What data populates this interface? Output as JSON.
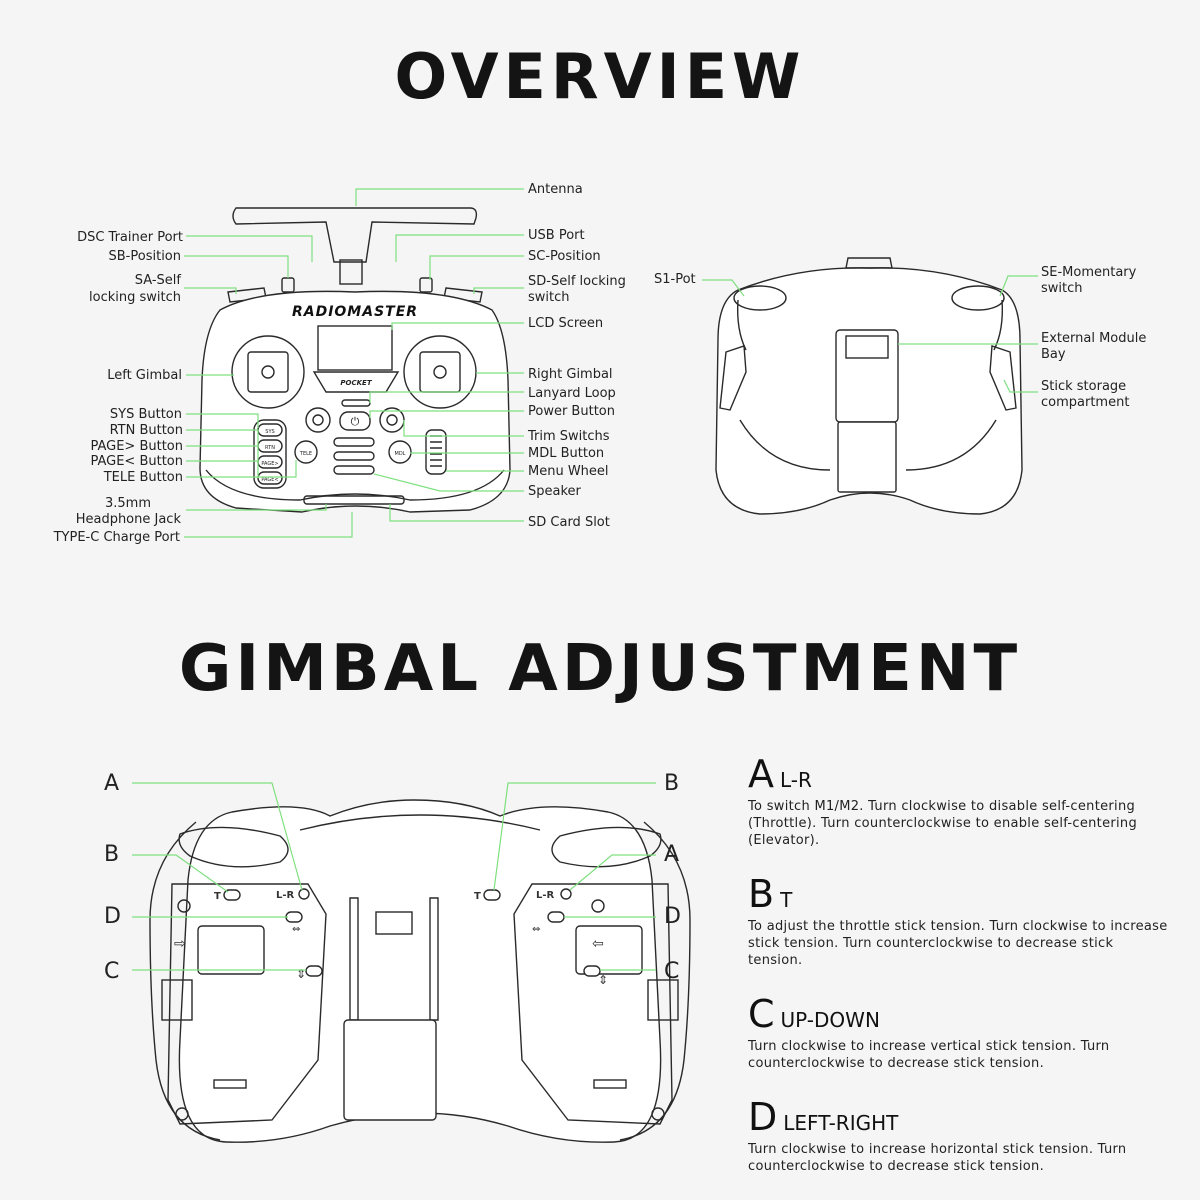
{
  "titles": {
    "overview": "OVERVIEW",
    "gimbal": "GIMBAL ADJUSTMENT"
  },
  "overview": {
    "front_left_labels": [
      "DSC Trainer Port",
      "SB-Position",
      "SA-Self",
      "locking switch",
      "Left Gimbal",
      "SYS Button",
      "RTN Button",
      "PAGE> Button",
      "PAGE< Button",
      "TELE Button",
      "3.5mm",
      "Headphone Jack",
      "TYPE-C Charge Port"
    ],
    "front_right_labels": [
      "Antenna",
      "USB Port",
      "SC-Position",
      "SD-Self locking",
      "switch",
      "LCD Screen",
      "Right Gimbal",
      "Lanyard Loop",
      "Power Button",
      "Trim Switchs",
      "MDL Button",
      "Menu Wheel",
      "Speaker",
      "SD Card Slot"
    ],
    "back_labels": [
      "S1-Pot",
      "SE-Momentary",
      "switch",
      "External Module",
      "Bay",
      "Stick storage",
      "compartment"
    ],
    "brand": "RADIOMASTER",
    "model": "POCKET",
    "button_labels": {
      "sys": "SYS",
      "rtn": "RTN",
      "page_next": "PAGE>",
      "page_prev": "PAGE<",
      "tele": "TELE",
      "mdl": "MDL"
    }
  },
  "gimbal": {
    "diagram_letters_left": [
      "A",
      "B",
      "D",
      "C"
    ],
    "diagram_letters_right": [
      "B",
      "A",
      "D",
      "C"
    ],
    "screw_labels": {
      "t": "T",
      "lr": "L-R"
    },
    "items": [
      {
        "letter": "A",
        "name": "L-R",
        "text": "To switch M1/M2. Turn clockwise to disable self-centering (Throttle). Turn counterclockwise to enable self-centering (Elevator)."
      },
      {
        "letter": "B",
        "name": "T",
        "text": "To adjust the throttle stick tension. Turn clockwise to increase stick tension. Turn counterclockwise to decrease stick tension."
      },
      {
        "letter": "C",
        "name": "UP-DOWN",
        "text": "Turn clockwise to increase vertical stick tension. Turn counterclockwise to decrease stick tension."
      },
      {
        "letter": "D",
        "name": "LEFT-RIGHT",
        "text": "Turn clockwise to increase horizontal stick tension. Turn counterclockwise to decrease stick tension."
      }
    ]
  },
  "colors": {
    "leader": "#7fe07f",
    "ink": "#2a2a2a",
    "background": "#f5f5f5"
  }
}
